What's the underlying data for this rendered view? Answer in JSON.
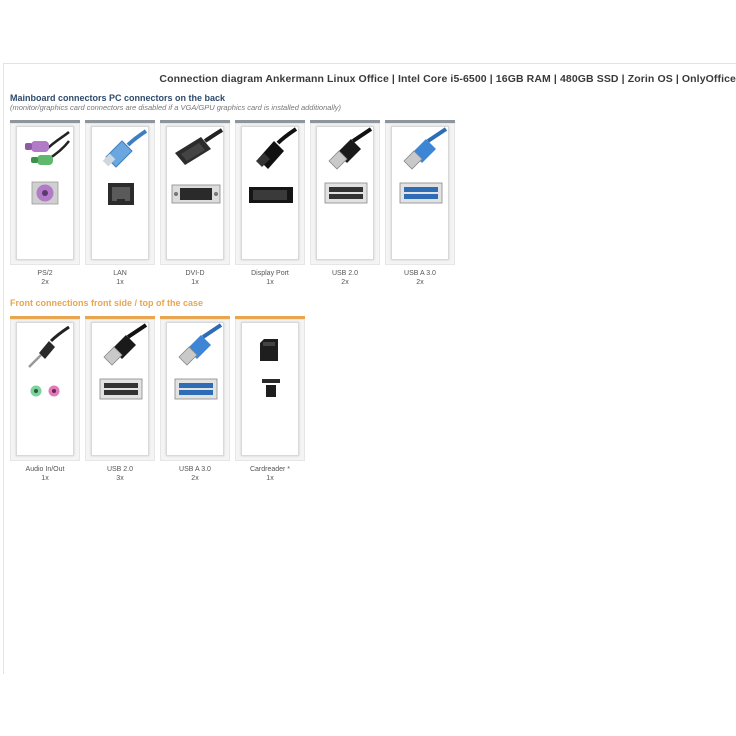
{
  "title": "Connection diagram Ankermann Linux Office | Intel Core i5-6500 | 16GB RAM | 480GB SSD | Zorin OS | OnlyOffice",
  "colors": {
    "back_bar": "#8e959c",
    "front_bar": "#e8a650",
    "front_heading": "#e8a650",
    "back_heading": "#2e4a6b"
  },
  "back": {
    "heading": "Mainboard connectors PC connectors on the back",
    "note": "(monitor/graphics card connectors are disabled if a VGA/GPU graphics card is installed additionally)",
    "items": [
      {
        "label": "PS/2",
        "count": "2x",
        "icon": "ps2-icon"
      },
      {
        "label": "LAN",
        "count": "1x",
        "icon": "lan-icon"
      },
      {
        "label": "DVI-D",
        "count": "1x",
        "icon": "dvi-icon"
      },
      {
        "label": "Display Port",
        "count": "1x",
        "icon": "displayport-icon"
      },
      {
        "label": "USB 2.0",
        "count": "2x",
        "icon": "usb2-icon"
      },
      {
        "label": "USB A 3.0",
        "count": "2x",
        "icon": "usb3-icon"
      }
    ]
  },
  "front": {
    "heading": "Front connections front side / top of the case",
    "items": [
      {
        "label": "Audio In/Out",
        "count": "1x",
        "icon": "audio-icon"
      },
      {
        "label": "USB 2.0",
        "count": "3x",
        "icon": "usb2-icon"
      },
      {
        "label": "USB A 3.0",
        "count": "2x",
        "icon": "usb3-icon"
      },
      {
        "label": "Cardreader *",
        "count": "1x",
        "icon": "cardreader-icon"
      }
    ]
  }
}
